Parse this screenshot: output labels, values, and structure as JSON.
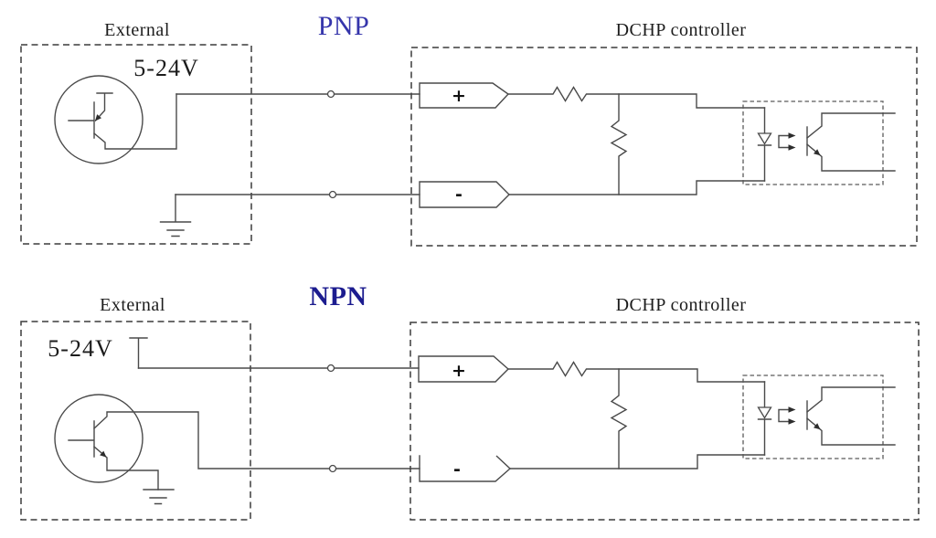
{
  "page": {
    "description_labels": {
      "external": "External",
      "controller": "DCHP controller",
      "voltage": "5-24V"
    }
  },
  "colors": {
    "line": "#4a4a4a",
    "dashed_box": "#3c3c3c",
    "pnp_title_blue": "#3535ab",
    "npn_title_blue": "#1c1c8f",
    "text": "#1c1c1c",
    "background": "#ffffff"
  },
  "diagrams": [
    {
      "title": "PNP",
      "external_label": "External",
      "voltage_label": "5-24V",
      "controller_label": "DCHP controller",
      "plus_terminal": "+",
      "minus_terminal": "-"
    },
    {
      "title": "NPN",
      "external_label": "External",
      "voltage_label": "5-24V",
      "controller_label": "DCHP controller",
      "plus_terminal": "+",
      "minus_terminal": "-"
    }
  ]
}
